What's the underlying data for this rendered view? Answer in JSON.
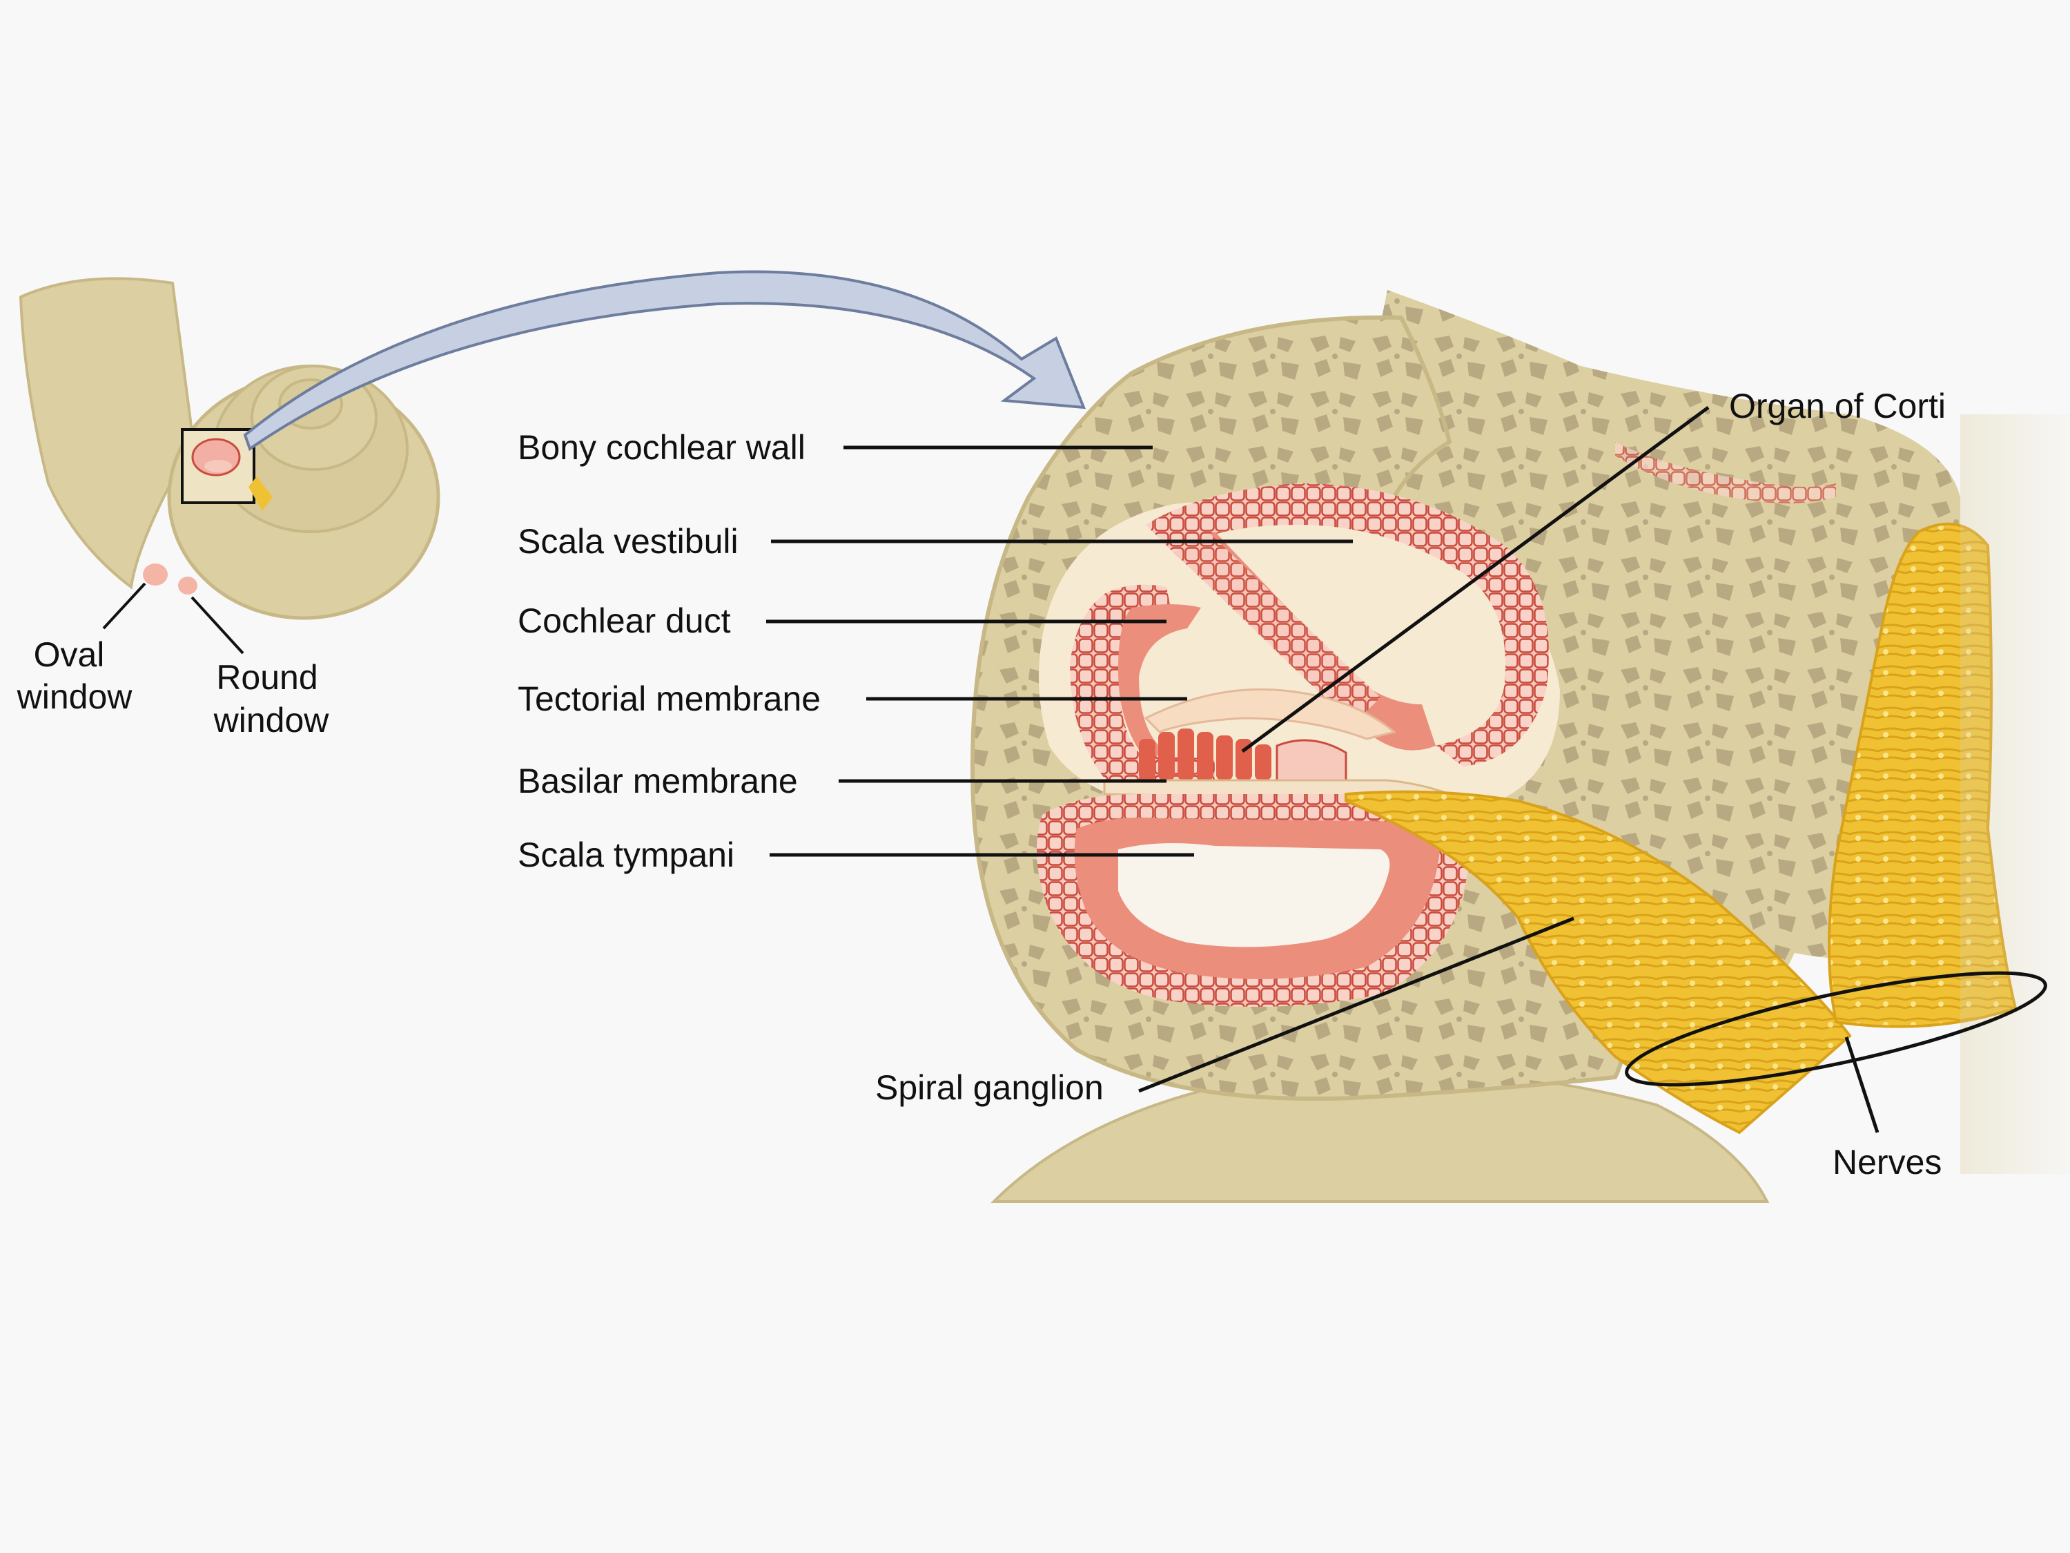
{
  "labels": {
    "oval_window_line1": "Oval",
    "oval_window_line2": "window",
    "round_window_line1": "Round",
    "round_window_line2": "window",
    "bony_cochlear_wall": "Bony cochlear wall",
    "scala_vestibuli": "Scala vestibuli",
    "cochlear_duct": "Cochlear duct",
    "tectorial_membrane": "Tectorial membrane",
    "basilar_membrane": "Basilar membrane",
    "scala_tympani": "Scala tympani",
    "organ_of_corti": "Organ of Corti",
    "spiral_ganglion": "Spiral ganglion",
    "nerves": "Nerves"
  },
  "colors": {
    "background": "#f8f8f8",
    "bone": "#dccfa2",
    "bone_dark": "#c7b886",
    "bone_pore": "#b9a983",
    "tissue": "#eb8e7c",
    "tissue_dark": "#c94b3d",
    "cell_light": "#f7c9bd",
    "nerve": "#f0c233",
    "nerve_dark": "#d9a21a",
    "arrow": "#c6d0e2",
    "arrow_edge": "#6d7d9e",
    "lines": "#111111"
  }
}
